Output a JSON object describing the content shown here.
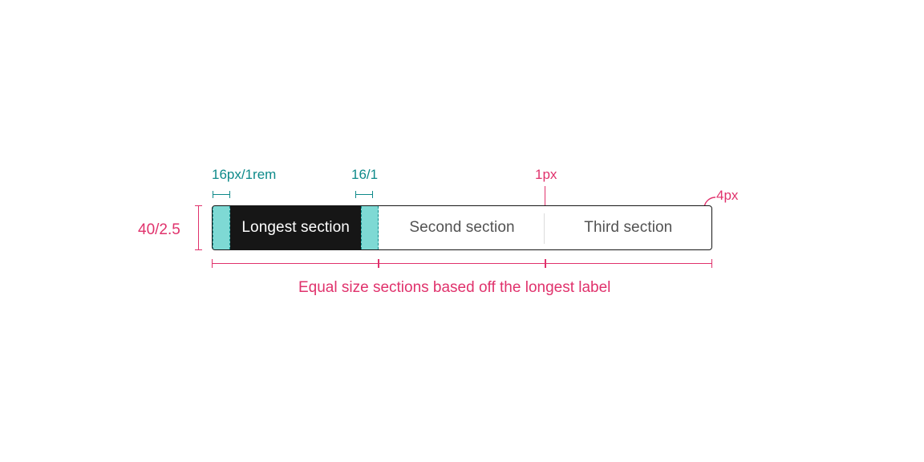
{
  "annotations": {
    "padding_left_label": "16px/1rem",
    "padding_right_label": "16/1",
    "divider_label": "1px",
    "radius_label": "4px",
    "height_label": "40/2.5",
    "caption": "Equal size sections based off the longest label"
  },
  "switcher": {
    "sections": [
      {
        "label": "Longest section",
        "selected": true
      },
      {
        "label": "Second section",
        "selected": false
      },
      {
        "label": "Third section",
        "selected": false
      }
    ]
  },
  "colors": {
    "teal_fill": "#7ed9d4",
    "teal_stroke": "#0e8a8a",
    "pink": "#e0326c",
    "selected_bg": "#161616",
    "label_text": "#525252",
    "divider": "#dcdcdc"
  }
}
